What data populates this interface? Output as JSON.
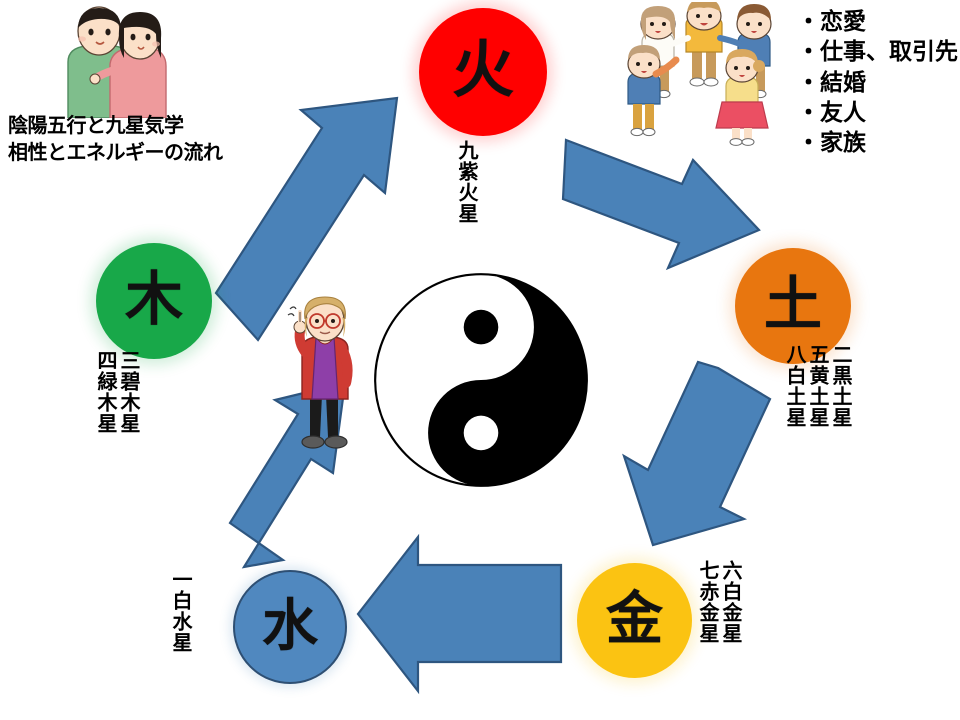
{
  "title": {
    "line1": "陰陽五行と九星気学",
    "line2": "相性とエネルギーの流れ"
  },
  "bullets": [
    "・恋愛",
    "・仕事、取引先",
    "・結婚",
    "・友人",
    "・家族"
  ],
  "elements": {
    "fire": {
      "glyph": "火",
      "color": "#FF0000",
      "stars": [
        "九紫火星"
      ]
    },
    "earth": {
      "glyph": "土",
      "color": "#E8760F",
      "stars": [
        "二黒土星",
        "五黄土星",
        "八白土星"
      ]
    },
    "metal": {
      "glyph": "金",
      "color": "#FBC312",
      "stars": [
        "六白金星",
        "七赤金星"
      ]
    },
    "water": {
      "glyph": "水",
      "color": "#5088BF",
      "stars": [
        "一白水星"
      ]
    },
    "wood": {
      "glyph": "木",
      "color": "#18A849",
      "stars": [
        "三碧木星",
        "四緑木星"
      ]
    }
  },
  "arrows": {
    "color": "#4A82B8",
    "stroke": "#2E5680",
    "flow": [
      {
        "from": "wood",
        "to": "fire"
      },
      {
        "from": "fire",
        "to": "earth"
      },
      {
        "from": "earth",
        "to": "metal"
      },
      {
        "from": "metal",
        "to": "water"
      },
      {
        "from": "water",
        "to": "wood"
      }
    ]
  },
  "illustrations": {
    "couple": "couple-illustration",
    "family_circle": "family-circle-illustration",
    "presenter": "presenter-woman-illustration",
    "yinyang": "yin-yang-symbol"
  }
}
